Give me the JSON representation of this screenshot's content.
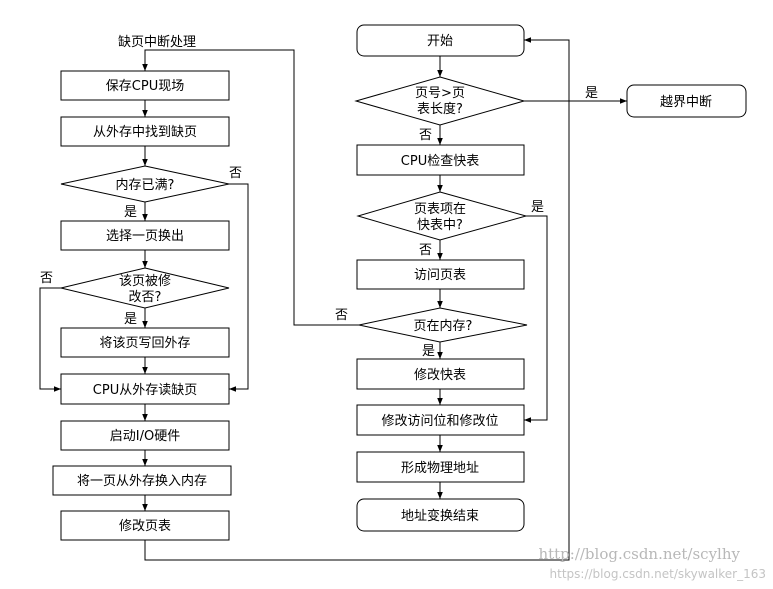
{
  "left_flow": {
    "entry_label": "缺页中断处理",
    "save_context": "保存CPU现场",
    "find_page": "从外存中找到缺页",
    "memory_full_question": "内存已满?",
    "yes_full": "是",
    "no_full": "否",
    "select_page_out": "选择一页换出",
    "modified_question": [
      "该页被修",
      "改否?"
    ],
    "no_modified": "否",
    "yes_modified": "是",
    "write_back": "将该页写回外存",
    "read_page": "CPU从外存读缺页",
    "start_io": "启动I/O硬件",
    "swap_in": "将一页从外存换入内存",
    "update_table": "修改页表"
  },
  "right_flow": {
    "start": "开始",
    "page_length_question": [
      "页号>页",
      "表长度?"
    ],
    "yes_overflow": "是",
    "no_overflow": "否",
    "overflow_interrupt": "越界中断",
    "check_tlb": "CPU检查快表",
    "in_tlb_question": [
      "页表项在",
      "快表中?"
    ],
    "yes_in_tlb": "是",
    "no_in_tlb": "否",
    "access_page_table": "访问页表",
    "in_memory_question": "页在内存?",
    "no_in_memory": "否",
    "yes_in_memory": "是",
    "update_tlb": "修改快表",
    "update_bits": "修改访问位和修改位",
    "form_address": "形成物理地址",
    "end": "地址变换结束"
  },
  "watermark": {
    "line1": "http://blog.csdn.net/scylhy",
    "line2": "https://blog.csdn.net/skywalker_163"
  }
}
